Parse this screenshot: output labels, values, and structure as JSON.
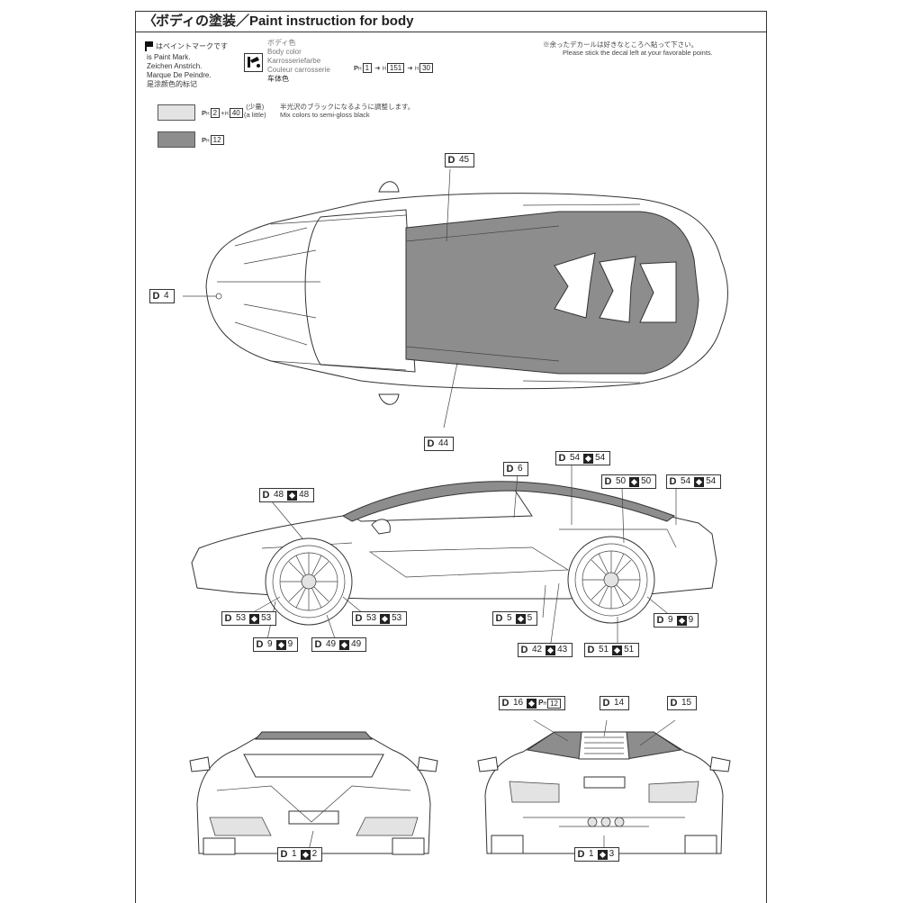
{
  "header": {
    "title": "ボディの塗装／Paint instruction for body"
  },
  "legend": {
    "paint_mark": {
      "lines": [
        "はペイントマークです",
        "is Paint Mark.",
        "Zeichen Anstrich.",
        "Marque De Peindre.",
        "是涂颜色的标记"
      ]
    },
    "body_color": {
      "lines": [
        "ボディ色",
        "Body color",
        "Karrosseriefarbe",
        "Couleur carrosserie",
        "车体色"
      ],
      "codes": [
        "1",
        "151",
        "30"
      ]
    },
    "decal_note": {
      "jp": "※余ったデカールは好きなところへ貼って下さい。",
      "en": "Please stick the decal left at your favorable points."
    },
    "mix": {
      "code_a": "2",
      "code_b": "40",
      "amount_jp": "(少量)",
      "amount_en": "(a little)",
      "jp": "半光沢のブラックになるように調整します。",
      "en": "Mix colors to semi-gloss black",
      "color": "#e3e3e3"
    },
    "dark": {
      "code": "12",
      "color": "#8d8d8d"
    }
  },
  "callouts": {
    "top_roof": {
      "d": "D",
      "num": "45"
    },
    "top_front": {
      "d": "D",
      "num": "4"
    },
    "top_side": {
      "d": "D",
      "num": "44"
    },
    "side_d6": {
      "d": "D",
      "num": "6"
    },
    "side_54a": {
      "d": "D",
      "num": "54",
      "num2": "54"
    },
    "side_50": {
      "d": "D",
      "num": "50",
      "num2": "50"
    },
    "side_54b": {
      "d": "D",
      "num": "54",
      "num2": "54"
    },
    "side_48": {
      "d": "D",
      "num": "48",
      "num2": "48"
    },
    "side_53a": {
      "d": "D",
      "num": "53",
      "num2": "53"
    },
    "side_53b": {
      "d": "D",
      "num": "53",
      "num2": "53"
    },
    "side_5": {
      "d": "D",
      "num": "5",
      "num2": "5"
    },
    "side_9a": {
      "d": "D",
      "num": "9",
      "num2": "9"
    },
    "side_9b": {
      "d": "D",
      "num": "9",
      "num2": "9"
    },
    "side_49": {
      "d": "D",
      "num": "49",
      "num2": "49"
    },
    "side_42": {
      "d": "D",
      "num": "42",
      "num2": "43"
    },
    "side_51": {
      "d": "D",
      "num": "51",
      "num2": "51"
    },
    "rear_16": {
      "d": "D",
      "num": "16",
      "ph": "12"
    },
    "rear_14": {
      "d": "D",
      "num": "14"
    },
    "rear_15": {
      "d": "D",
      "num": "15"
    },
    "front_1": {
      "d": "D",
      "num": "1",
      "num2": "2"
    },
    "rear_3": {
      "d": "D",
      "num": "1",
      "num2": "3"
    }
  },
  "icons": {
    "paint_mark": "paint-flag-icon",
    "body_color": "spray-gun-icon",
    "decal": "decal-icon"
  }
}
